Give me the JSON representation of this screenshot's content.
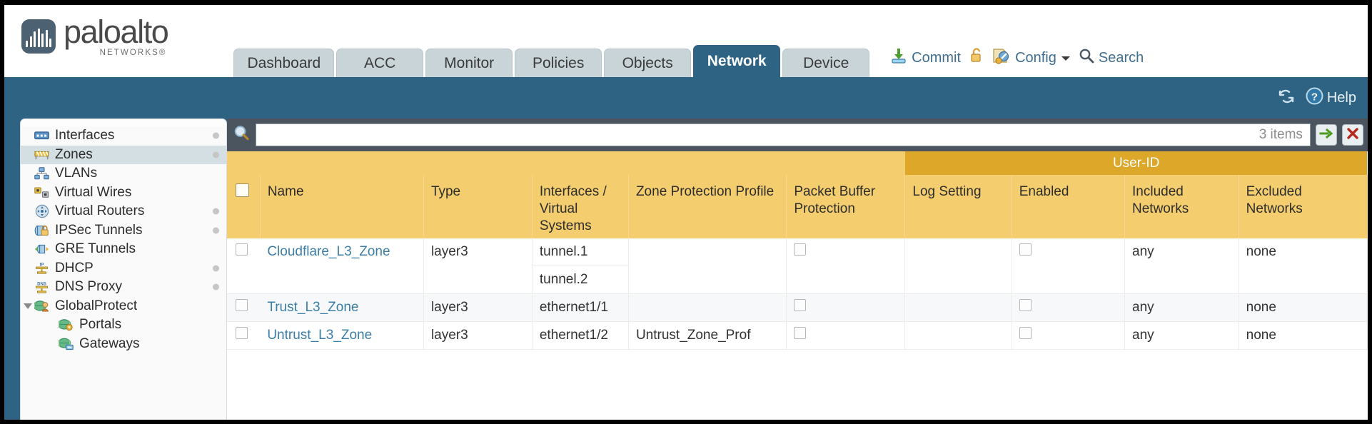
{
  "brand": {
    "name": "paloalto",
    "sub": "NETWORKS®"
  },
  "nav_tabs": [
    {
      "label": "Dashboard",
      "active": false
    },
    {
      "label": "ACC",
      "active": false
    },
    {
      "label": "Monitor",
      "active": false
    },
    {
      "label": "Policies",
      "active": false
    },
    {
      "label": "Objects",
      "active": false
    },
    {
      "label": "Network",
      "active": true
    },
    {
      "label": "Device",
      "active": false
    }
  ],
  "header_actions": {
    "commit": "Commit",
    "commit_icon": "commit-download-icon",
    "lock_icon": "unlock-icon",
    "config": "Config",
    "config_icon": "config-wrench-icon",
    "config_caret": "chevron-down-icon",
    "search": "Search",
    "search_icon": "search-magnifier-icon"
  },
  "blue_bar": {
    "refresh_icon": "refresh-icon",
    "help": "Help",
    "help_icon": "help-question-icon"
  },
  "sidebar": {
    "items": [
      {
        "label": "Interfaces",
        "icon": "interfaces-icon",
        "selected": false,
        "dot": true,
        "child": false,
        "twisty": false
      },
      {
        "label": "Zones",
        "icon": "zones-icon",
        "selected": true,
        "dot": true,
        "child": false,
        "twisty": false
      },
      {
        "label": "VLANs",
        "icon": "vlans-icon",
        "selected": false,
        "dot": false,
        "child": false,
        "twisty": false
      },
      {
        "label": "Virtual Wires",
        "icon": "virtual-wires-icon",
        "selected": false,
        "dot": false,
        "child": false,
        "twisty": false
      },
      {
        "label": "Virtual Routers",
        "icon": "virtual-routers-icon",
        "selected": false,
        "dot": true,
        "child": false,
        "twisty": false
      },
      {
        "label": "IPSec Tunnels",
        "icon": "ipsec-tunnels-icon",
        "selected": false,
        "dot": true,
        "child": false,
        "twisty": false
      },
      {
        "label": "GRE Tunnels",
        "icon": "gre-tunnels-icon",
        "selected": false,
        "dot": false,
        "child": false,
        "twisty": false
      },
      {
        "label": "DHCP",
        "icon": "dhcp-icon",
        "selected": false,
        "dot": true,
        "child": false,
        "twisty": false
      },
      {
        "label": "DNS Proxy",
        "icon": "dns-proxy-icon",
        "selected": false,
        "dot": true,
        "child": false,
        "twisty": false
      },
      {
        "label": "GlobalProtect",
        "icon": "globalprotect-icon",
        "selected": false,
        "dot": false,
        "child": false,
        "twisty": true
      },
      {
        "label": "Portals",
        "icon": "portals-icon",
        "selected": false,
        "dot": false,
        "child": true,
        "twisty": false
      },
      {
        "label": "Gateways",
        "icon": "gateways-icon",
        "selected": false,
        "dot": false,
        "child": true,
        "twisty": false
      }
    ]
  },
  "search_row": {
    "icon": "search-magnifier-icon",
    "value": "",
    "placeholder": "",
    "item_count": "3 items",
    "apply_icon": "green-arrow-apply-icon",
    "clear_icon": "red-x-clear-icon"
  },
  "table": {
    "group_header": "User-ID",
    "columns": [
      "Name",
      "Type",
      "Interfaces / Virtual Systems",
      "Zone Protection Profile",
      "Packet Buffer Protection",
      "Log Setting",
      "Enabled",
      "Included Networks",
      "Excluded Networks"
    ],
    "rows": [
      {
        "name": "Cloudflare_L3_Zone",
        "type": "layer3",
        "interfaces": [
          "tunnel.1",
          "tunnel.2"
        ],
        "zone_protection_profile": "",
        "packet_buffer_protection": false,
        "log_setting": "",
        "userid_enabled": false,
        "included_networks": "any",
        "excluded_networks": "none"
      },
      {
        "name": "Trust_L3_Zone",
        "type": "layer3",
        "interfaces": [
          "ethernet1/1"
        ],
        "zone_protection_profile": "",
        "packet_buffer_protection": false,
        "log_setting": "",
        "userid_enabled": false,
        "included_networks": "any",
        "excluded_networks": "none"
      },
      {
        "name": "Untrust_L3_Zone",
        "type": "layer3",
        "interfaces": [
          "ethernet1/2"
        ],
        "zone_protection_profile": "Untrust_Zone_Prof",
        "packet_buffer_protection": false,
        "log_setting": "",
        "userid_enabled": false,
        "included_networks": "any",
        "excluded_networks": "none"
      }
    ]
  },
  "colors": {
    "header_blue": "#2e6384",
    "table_header_amber": "#f4cd6e",
    "userid_amber": "#dda829",
    "link_blue": "#3b7ea8",
    "search_bar_gray": "#4a5560"
  }
}
